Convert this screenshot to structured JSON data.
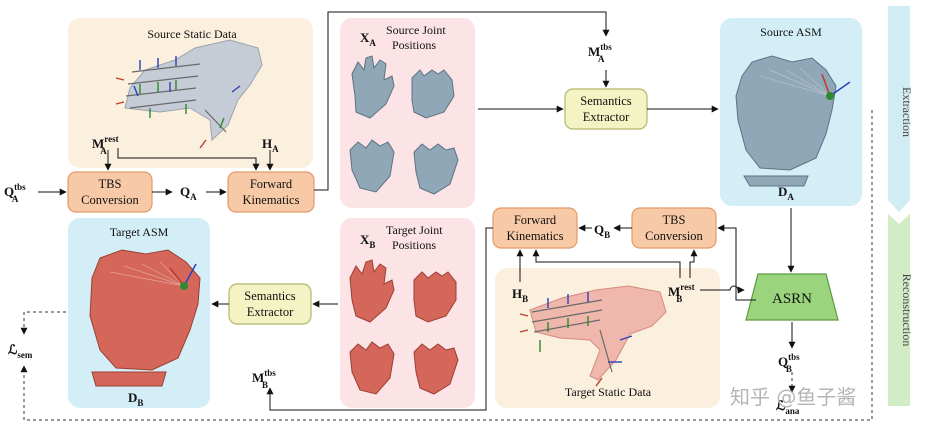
{
  "panels": {
    "source_static": "Source Static Data",
    "source_joint_line1": "Source Joint",
    "source_joint_line2": "Positions",
    "source_asm": "Source ASM",
    "target_asm": "Target ASM",
    "target_joint_line1": "Target Joint",
    "target_joint_line2": "Positions",
    "target_static": "Target Static Data"
  },
  "boxes": {
    "tbs_top_line1": "TBS",
    "tbs_top_line2": "Conversion",
    "fk_top_line1": "Forward",
    "fk_top_line2": "Kinematics",
    "sem_top_line1": "Semantics",
    "sem_top_line2": "Extractor",
    "fk_bot_line1": "Forward",
    "fk_bot_line2": "Kinematics",
    "tbs_bot_line1": "TBS",
    "tbs_bot_line2": "Conversion",
    "sem_bot_line1": "Semantics",
    "sem_bot_line2": "Extractor",
    "asrn": "ASRN"
  },
  "symbols": {
    "q_tbs_a": {
      "base": "Q",
      "sup": "tbs",
      "sub": "A"
    },
    "m_rest_a": {
      "base": "M",
      "sup": "rest",
      "sub": "A"
    },
    "h_a": {
      "base": "H",
      "sub": "A"
    },
    "q_a": {
      "base": "Q",
      "sub": "A"
    },
    "x_a": {
      "base": "X",
      "sub": "A"
    },
    "m_tbs_a": {
      "base": "M",
      "sup": "tbs",
      "sub": "A"
    },
    "d_a": {
      "base": "D",
      "sub": "A"
    },
    "x_b": {
      "base": "X",
      "sub": "B"
    },
    "q_b": {
      "base": "Q",
      "sub": "B"
    },
    "h_b": {
      "base": "H",
      "sub": "B"
    },
    "m_rest_b": {
      "base": "M",
      "sup": "rest",
      "sub": "B"
    },
    "q_tbs_b": {
      "base": "Q",
      "sup": "tbs",
      "sub": "B"
    },
    "m_tbs_b": {
      "base": "M",
      "sup": "tbs",
      "sub": "B"
    },
    "d_b": {
      "base": "D",
      "sub": "B"
    },
    "l_sem": {
      "base": "ℒ",
      "sub": "sem"
    },
    "l_ana": {
      "base": "ℒ",
      "sub": "ana"
    }
  },
  "side_labels": {
    "extraction": "Extraction",
    "reconstruction": "Reconstruction"
  },
  "watermark": "知乎 @鱼子酱",
  "colors": {
    "orange_box": "#f7c9a6",
    "orange_border": "#e39a6a",
    "green_box": "#f3f3c4",
    "green_border": "#b4b56a",
    "asrn": "#9ad47c",
    "static_bg": "#fbefde",
    "joint_bg": "#fbe3e6",
    "asm_bg": "#d3eef7",
    "extraction_band": "#d2ecf3",
    "reconstruction_band": "#d2ecc6",
    "source_hand": "#8fa7b6",
    "target_hand": "#d4675a"
  }
}
